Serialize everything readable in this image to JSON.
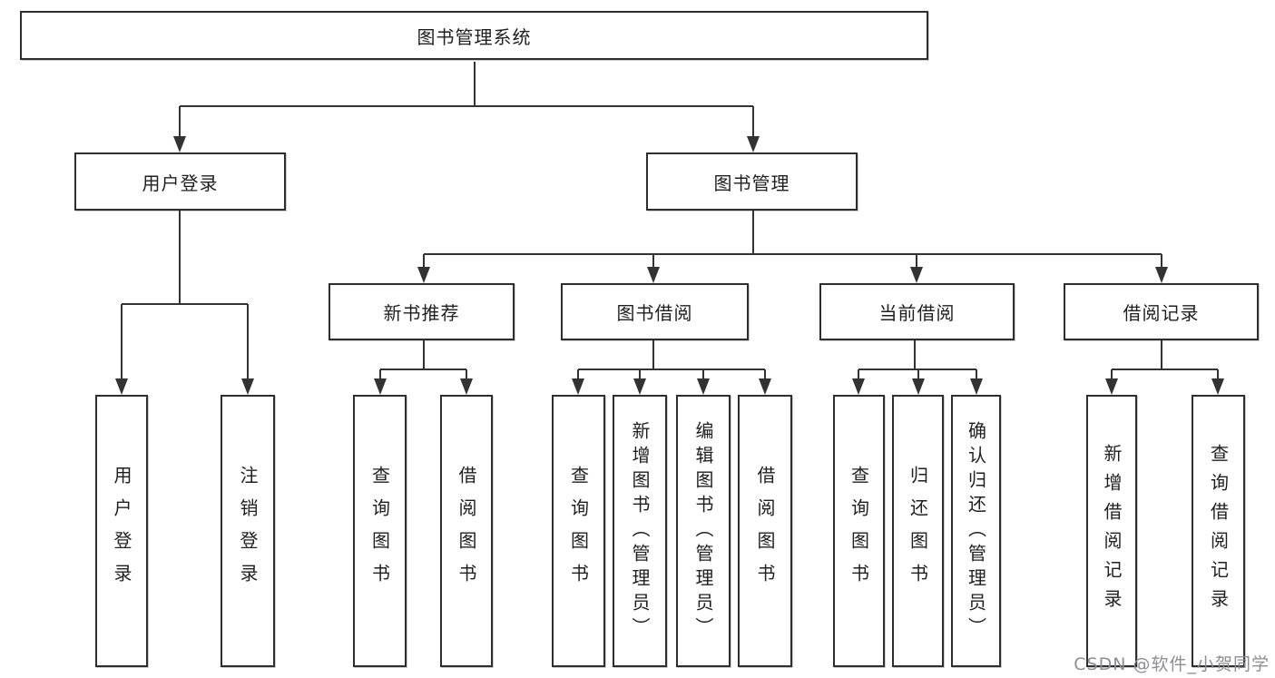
{
  "diagram": {
    "title": "图书管理系统",
    "root": {
      "label": "图书管理系统"
    },
    "level2": [
      {
        "label": "用户登录"
      },
      {
        "label": "图书管理"
      }
    ],
    "level3": [
      {
        "label": "新书推荐",
        "parent": "图书管理"
      },
      {
        "label": "图书借阅",
        "parent": "图书管理"
      },
      {
        "label": "当前借阅",
        "parent": "图书管理"
      },
      {
        "label": "借阅记录",
        "parent": "图书管理"
      }
    ],
    "leaves": [
      {
        "label": "用户登录",
        "parent": "用户登录"
      },
      {
        "label": "注销登录",
        "parent": "用户登录"
      },
      {
        "label": "查询图书",
        "parent": "新书推荐"
      },
      {
        "label": "借阅图书",
        "parent": "新书推荐"
      },
      {
        "label": "查询图书",
        "parent": "图书借阅"
      },
      {
        "label": "新增图书（管理员）",
        "parent": "图书借阅"
      },
      {
        "label": "编辑图书（管理员）",
        "parent": "图书借阅"
      },
      {
        "label": "借阅图书",
        "parent": "图书借阅"
      },
      {
        "label": "查询图书",
        "parent": "当前借阅"
      },
      {
        "label": "归还图书",
        "parent": "当前借阅"
      },
      {
        "label": "确认归还（管理员）",
        "parent": "当前借阅"
      },
      {
        "label": "新增借阅记录",
        "parent": "借阅记录"
      },
      {
        "label": "查询借阅记录",
        "parent": "借阅记录"
      }
    ]
  },
  "watermark": {
    "text": "CSDN @软件_小贺同学"
  },
  "colors": {
    "line": "#333333",
    "border": "#2e2e2e",
    "text": "#1f1f1f",
    "background": "#ffffff",
    "watermark": "#8d8d94"
  }
}
